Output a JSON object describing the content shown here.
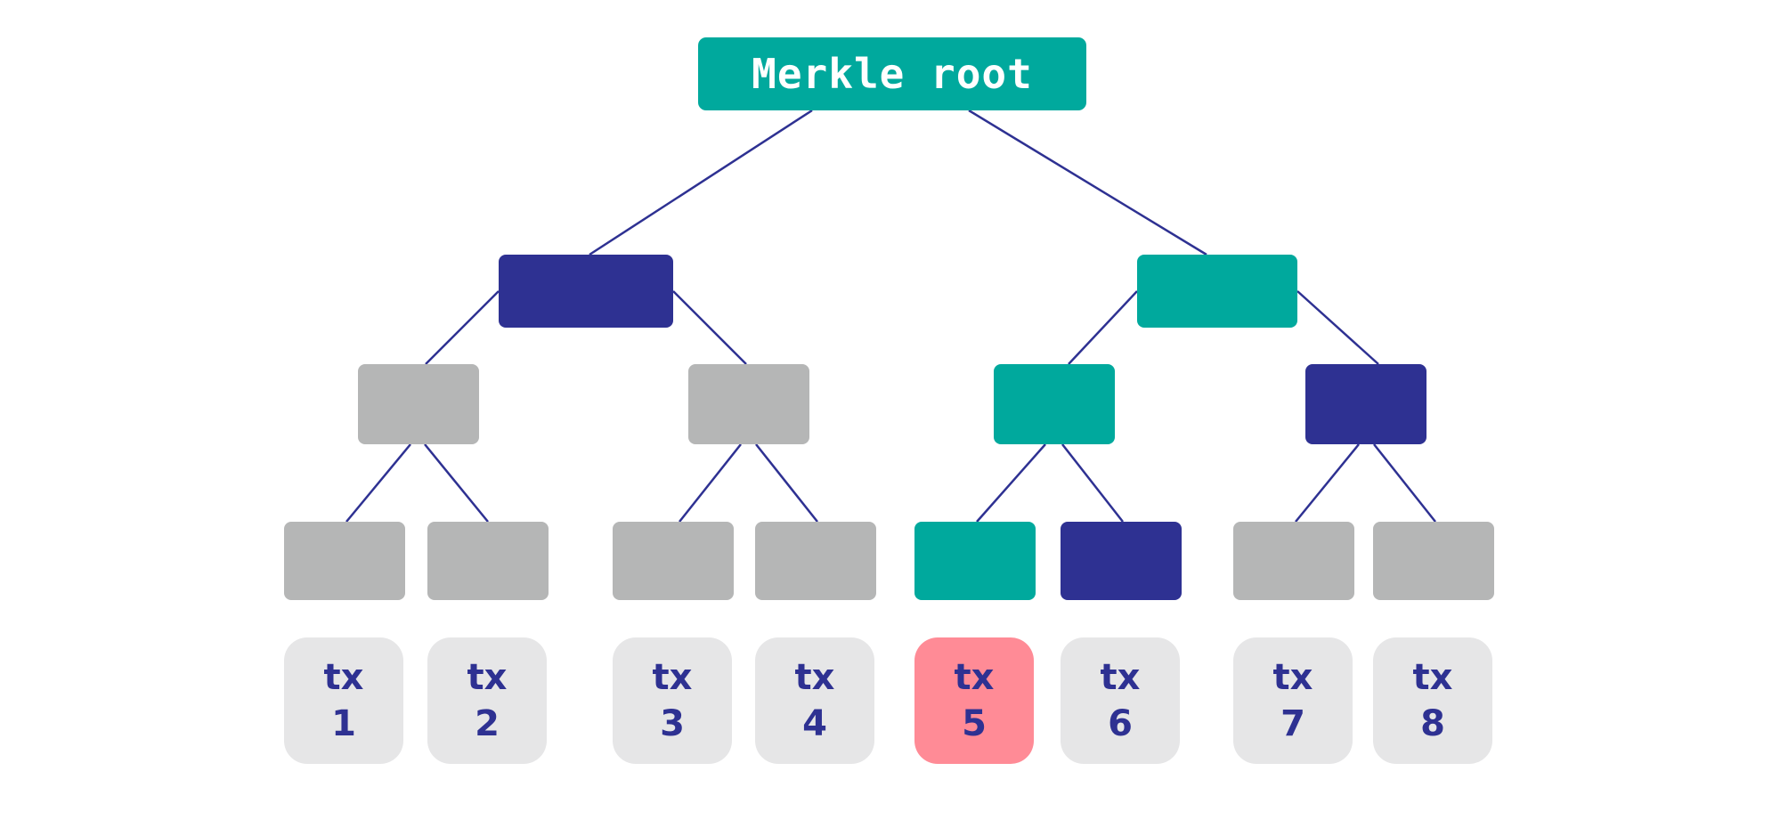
{
  "root": {
    "label": "Merkle root",
    "color": "#00a99d"
  },
  "colors": {
    "teal": "#00a99d",
    "navy": "#2e3192",
    "gray": "#b5b6b6",
    "tx_bg": "#e6e6e7",
    "tx_highlight": "#ff8b96",
    "edge": "#2e3192"
  },
  "level1": [
    {
      "id": "h1234",
      "color": "navy"
    },
    {
      "id": "h5678",
      "color": "teal"
    }
  ],
  "level2": [
    {
      "id": "h12",
      "color": "gray"
    },
    {
      "id": "h34",
      "color": "gray"
    },
    {
      "id": "h56",
      "color": "teal"
    },
    {
      "id": "h78",
      "color": "navy"
    }
  ],
  "level3": [
    {
      "id": "h1",
      "color": "gray"
    },
    {
      "id": "h2",
      "color": "gray"
    },
    {
      "id": "h3",
      "color": "gray"
    },
    {
      "id": "h4",
      "color": "gray"
    },
    {
      "id": "h5",
      "color": "teal"
    },
    {
      "id": "h6",
      "color": "navy"
    },
    {
      "id": "h7",
      "color": "gray"
    },
    {
      "id": "h8",
      "color": "gray"
    }
  ],
  "transactions": [
    {
      "prefix": "tx",
      "number": "1",
      "highlighted": false
    },
    {
      "prefix": "tx",
      "number": "2",
      "highlighted": false
    },
    {
      "prefix": "tx",
      "number": "3",
      "highlighted": false
    },
    {
      "prefix": "tx",
      "number": "4",
      "highlighted": false
    },
    {
      "prefix": "tx",
      "number": "5",
      "highlighted": true
    },
    {
      "prefix": "tx",
      "number": "6",
      "highlighted": false
    },
    {
      "prefix": "tx",
      "number": "7",
      "highlighted": false
    },
    {
      "prefix": "tx",
      "number": "8",
      "highlighted": false
    }
  ]
}
